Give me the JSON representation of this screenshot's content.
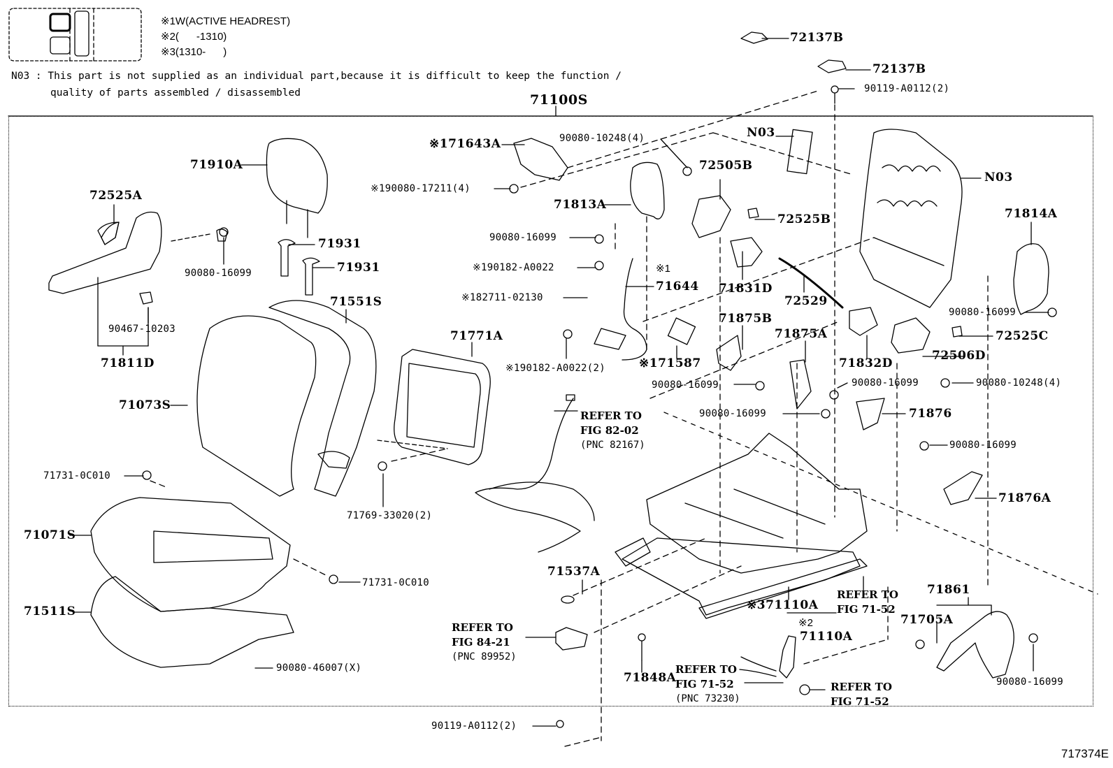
{
  "legend": {
    "icon": "vehicle-seat-layout-icon",
    "notes": [
      {
        "mark": "※1",
        "text": "W(ACTIVE HEADREST)"
      },
      {
        "mark": "※2",
        "text": "(      -1310)"
      },
      {
        "mark": "※3",
        "text": "(1310-      )"
      }
    ],
    "n03_line1": "N03 : This part is not supplied as an individual part,because it is difficult to keep the function /",
    "n03_line2": "quality of parts assembled / disassembled"
  },
  "assembly_label": "71100S",
  "figure_id": "717374E",
  "parts": {
    "p72137B_a": "72137B",
    "p72137B_b": "72137B",
    "p90119_top": "90119-A0112(2)",
    "p71643A": "※171643A",
    "p90080_10248_top": "90080-10248(4)",
    "pN03_a": "N03",
    "pN03_b": "N03",
    "p71910A": "71910A",
    "p72525A": "72525A",
    "p90080_17211": "※190080-17211(4)",
    "p72505B": "72505B",
    "p71813A": "71813A",
    "p72525B": "72525B",
    "p71814A": "71814A",
    "p71931_a": "71931",
    "p71931_b": "71931",
    "p90080_16099_a": "90080-16099",
    "p90080_16099_b": "90080-16099",
    "p90182_A0022": "※190182-A0022",
    "p71644_note": "※1",
    "p71644": "71644",
    "p71831D": "71831D",
    "p82711": "※182711-02130",
    "p72529": "72529",
    "p90467": "90467-10203",
    "p71551S": "71551S",
    "p90080_16099_c": "90080-16099",
    "p71875B": "71875B",
    "p71875A": "71875A",
    "p72525C": "72525C",
    "p71811D": "71811D",
    "p71771A": "71771A",
    "p90182_A0022_2": "※190182-A0022(2)",
    "p71587": "※171587",
    "p71832D": "71832D",
    "p72506D": "72506D",
    "p90080_16099_d": "90080-16099",
    "p90080_16099_e": "90080-16099",
    "p90080_10248_b": "90080-10248(4)",
    "p71073S": "71073S",
    "p90080_16099_f": "90080-16099",
    "p71876": "71876",
    "p90080_16099_g": "90080-16099",
    "p71731_a": "71731-0C010",
    "p71876A": "71876A",
    "p71769": "71769-33020(2)",
    "p71071S": "71071S",
    "p71537A": "71537A",
    "p71731_b": "71731-0C010",
    "p71861": "71861",
    "p71110A_a": "※371110A",
    "p71110A_b_note": "※2",
    "p71110A_b": "71110A",
    "p71705A": "71705A",
    "p71511S": "71511S",
    "p71848A": "71848A",
    "p90080_16099_h": "90080-16099",
    "p90080_46007": "90080-46007(X)",
    "p90119_bottom": "90119-A0112(2)"
  },
  "refs": [
    {
      "line1": "REFER TO",
      "line2": "FIG 82-02",
      "line3": "(PNC 82167)"
    },
    {
      "line1": "REFER TO",
      "line2": "FIG 84-21",
      "line3": "(PNC 89952)"
    },
    {
      "line1": "REFER TO",
      "line2": "FIG 71-52",
      "line3": "(PNC 73230)"
    },
    {
      "line1": "REFER TO",
      "line2": "FIG 71-52",
      "line3": ""
    },
    {
      "line1": "REFER TO",
      "line2": "FIG 71-52",
      "line3": ""
    }
  ]
}
